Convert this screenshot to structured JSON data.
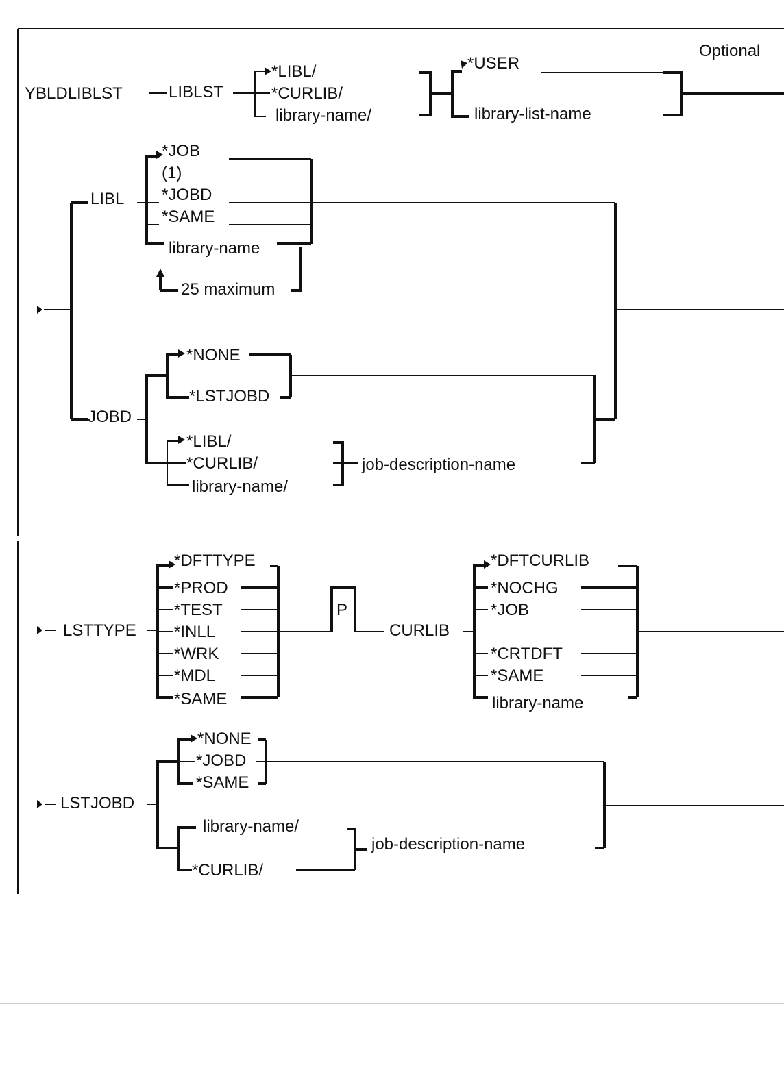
{
  "labels": {
    "optional": "Optional",
    "command": "YBLDLIBLST",
    "liblst_kw": "LIBLST",
    "liblst_libl": "*LIBL/",
    "liblst_curlib": "*CURLIB/",
    "liblst_libname": "library-name/",
    "user": "*USER",
    "library_list_name": "library-list-name",
    "libl_kw": "LIBL",
    "job": "*JOB",
    "note_1": "(1)",
    "jobd": "*JOBD",
    "same": "*SAME",
    "library_name": "library-name",
    "max_25": "25 maximum",
    "jobd_kw": "JOBD",
    "none": "*NONE",
    "lstjobd_val": "*LSTJOBD",
    "jd_libl": "*LIBL/",
    "jd_curlib": "*CURLIB/",
    "jd_libname": "library-name/",
    "job_description_name": "job-description-name",
    "lsttype_kw": "LSTTYPE",
    "dfttype": "*DFTTYPE",
    "prod": "*PROD",
    "test": "*TEST",
    "inll": "*INLL",
    "wrk": "*WRK",
    "mdl": "*MDL",
    "lsttype_same": "*SAME",
    "positional": "P",
    "curlib_kw": "CURLIB",
    "dftcurlib": "*DFTCURLIB",
    "nochg": "*NOCHG",
    "cl_job": "*JOB",
    "crtdft": "*CRTDFT",
    "cl_same": "*SAME",
    "cl_libname": "library-name",
    "lstjobd_kw": "LSTJOBD",
    "lj_none": "*NONE",
    "lj_jobd": "*JOBD",
    "lj_same": "*SAME",
    "lj_libname": "library-name/",
    "lj_curlib": "*CURLIB/",
    "lj_jobdesc": "job-description-name"
  }
}
